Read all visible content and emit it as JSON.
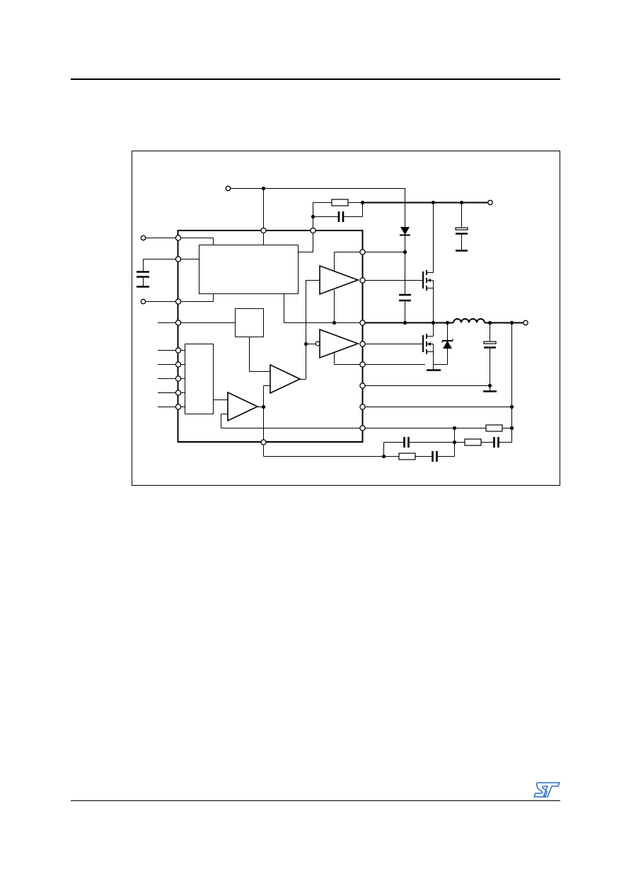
{
  "page": {
    "brand": {
      "logo_icon": "st-logo-icon",
      "color": "#2a6fd6"
    }
  },
  "diagram": {
    "type": "schematic",
    "description_labels": [],
    "components": {
      "chip_block": "controller-ic",
      "gate_drivers": 2,
      "error_amplifiers": 2,
      "mosfets": 2,
      "inductors": 1,
      "diodes": 2
    }
  }
}
